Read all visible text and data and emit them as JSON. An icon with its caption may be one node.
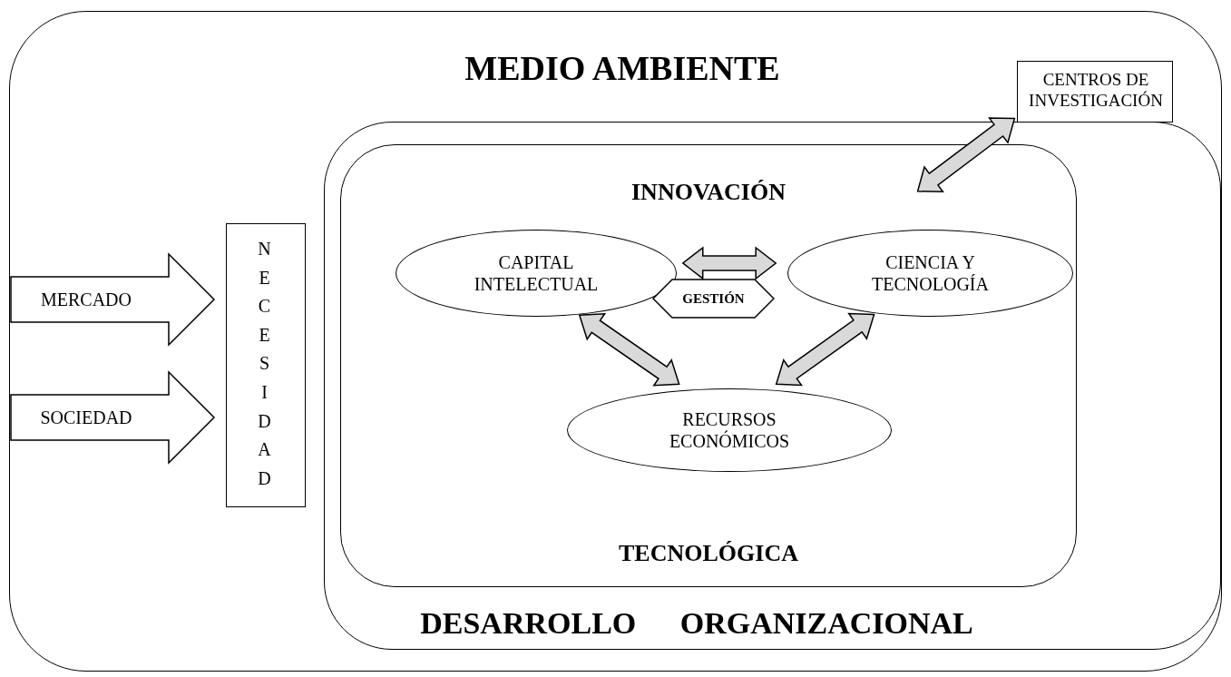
{
  "diagram": {
    "nodes": [
      {
        "text": [
          "MEDIO AMBIENTE"
        ]
      },
      {
        "text": [
          "CENTROS DE INVESTIGACIÓN"
        ],
        "in": 0
      },
      {
        "text": [
          "DESARROLLO ORGANIZACIONAL"
        ],
        "in": 0
      },
      {
        "text": [
          "INNOVACIÓN",
          "TECNOLÓGICA"
        ],
        "in": 2
      },
      {
        "text": [
          "CAPITAL INTELECTUAL"
        ],
        "in": 3
      },
      {
        "text": [
          "CIENCIA Y TECNOLOGÍA"
        ],
        "in": 3
      },
      {
        "text": [
          "GESTIÓN"
        ],
        "in": 3
      },
      {
        "text": [
          "RECURSOS ECONÓMICOS"
        ],
        "in": 3
      },
      {
        "text": [
          "NECESIDAD"
        ],
        "in": 0
      }
    ],
    "edges": [
      {
        "from": 4,
        "to": 5,
        "arrow": "both"
      },
      {
        "from": 4,
        "to": 7,
        "arrow": "both"
      },
      {
        "from": 5,
        "to": 7,
        "arrow": "both"
      },
      {
        "from": 1,
        "to": 3,
        "arrow": "both"
      },
      {
        "from": null,
        "to": 8,
        "arrow": "to",
        "label": "MERCADO"
      },
      {
        "from": null,
        "to": 8,
        "arrow": "to",
        "label": "SOCIEDAD"
      }
    ]
  }
}
